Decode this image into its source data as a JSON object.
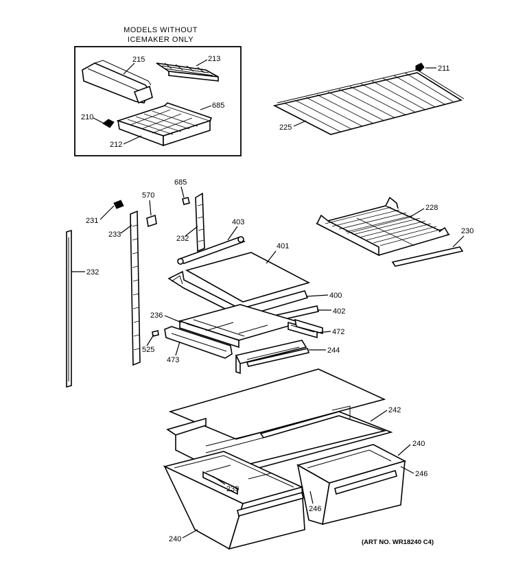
{
  "box_title_line1": "MODELS WITHOUT",
  "box_title_line2": "ICEMAKER ONLY",
  "art_no": "(ART NO. WR18240 C4)",
  "labels": {
    "p215": "215",
    "p213": "213",
    "p685a": "685",
    "p210": "210",
    "p212": "212",
    "p211": "211",
    "p225": "225",
    "p685b": "685",
    "p570": "570",
    "p231": "231",
    "p233": "233",
    "p232a": "232",
    "p403": "403",
    "p232b": "232",
    "p401": "401",
    "p400": "400",
    "p402": "402",
    "p236": "236",
    "p472": "472",
    "p525": "525",
    "p473": "473",
    "p244": "244",
    "p228": "228",
    "p230": "230",
    "p242": "242",
    "p240a": "240",
    "p246a": "246",
    "p239": "239",
    "p246b": "246",
    "p240b": "240"
  }
}
